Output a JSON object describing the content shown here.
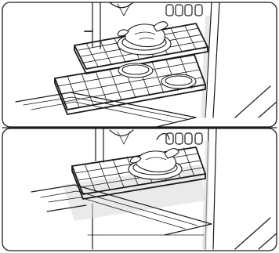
{
  "figure": {
    "panels": [
      {
        "id": "top",
        "rack_positions": [
          "upper",
          "lower"
        ],
        "items": [
          "roast-chicken-on-plate",
          "plate",
          "plate"
        ]
      },
      {
        "id": "bottom",
        "rack_positions": [
          "single"
        ],
        "items": [
          "roast-chicken-on-plate"
        ]
      }
    ],
    "colors": {
      "line": "#1a1a1a",
      "background": "#ffffff",
      "shadow": "#d9d9d9"
    }
  }
}
